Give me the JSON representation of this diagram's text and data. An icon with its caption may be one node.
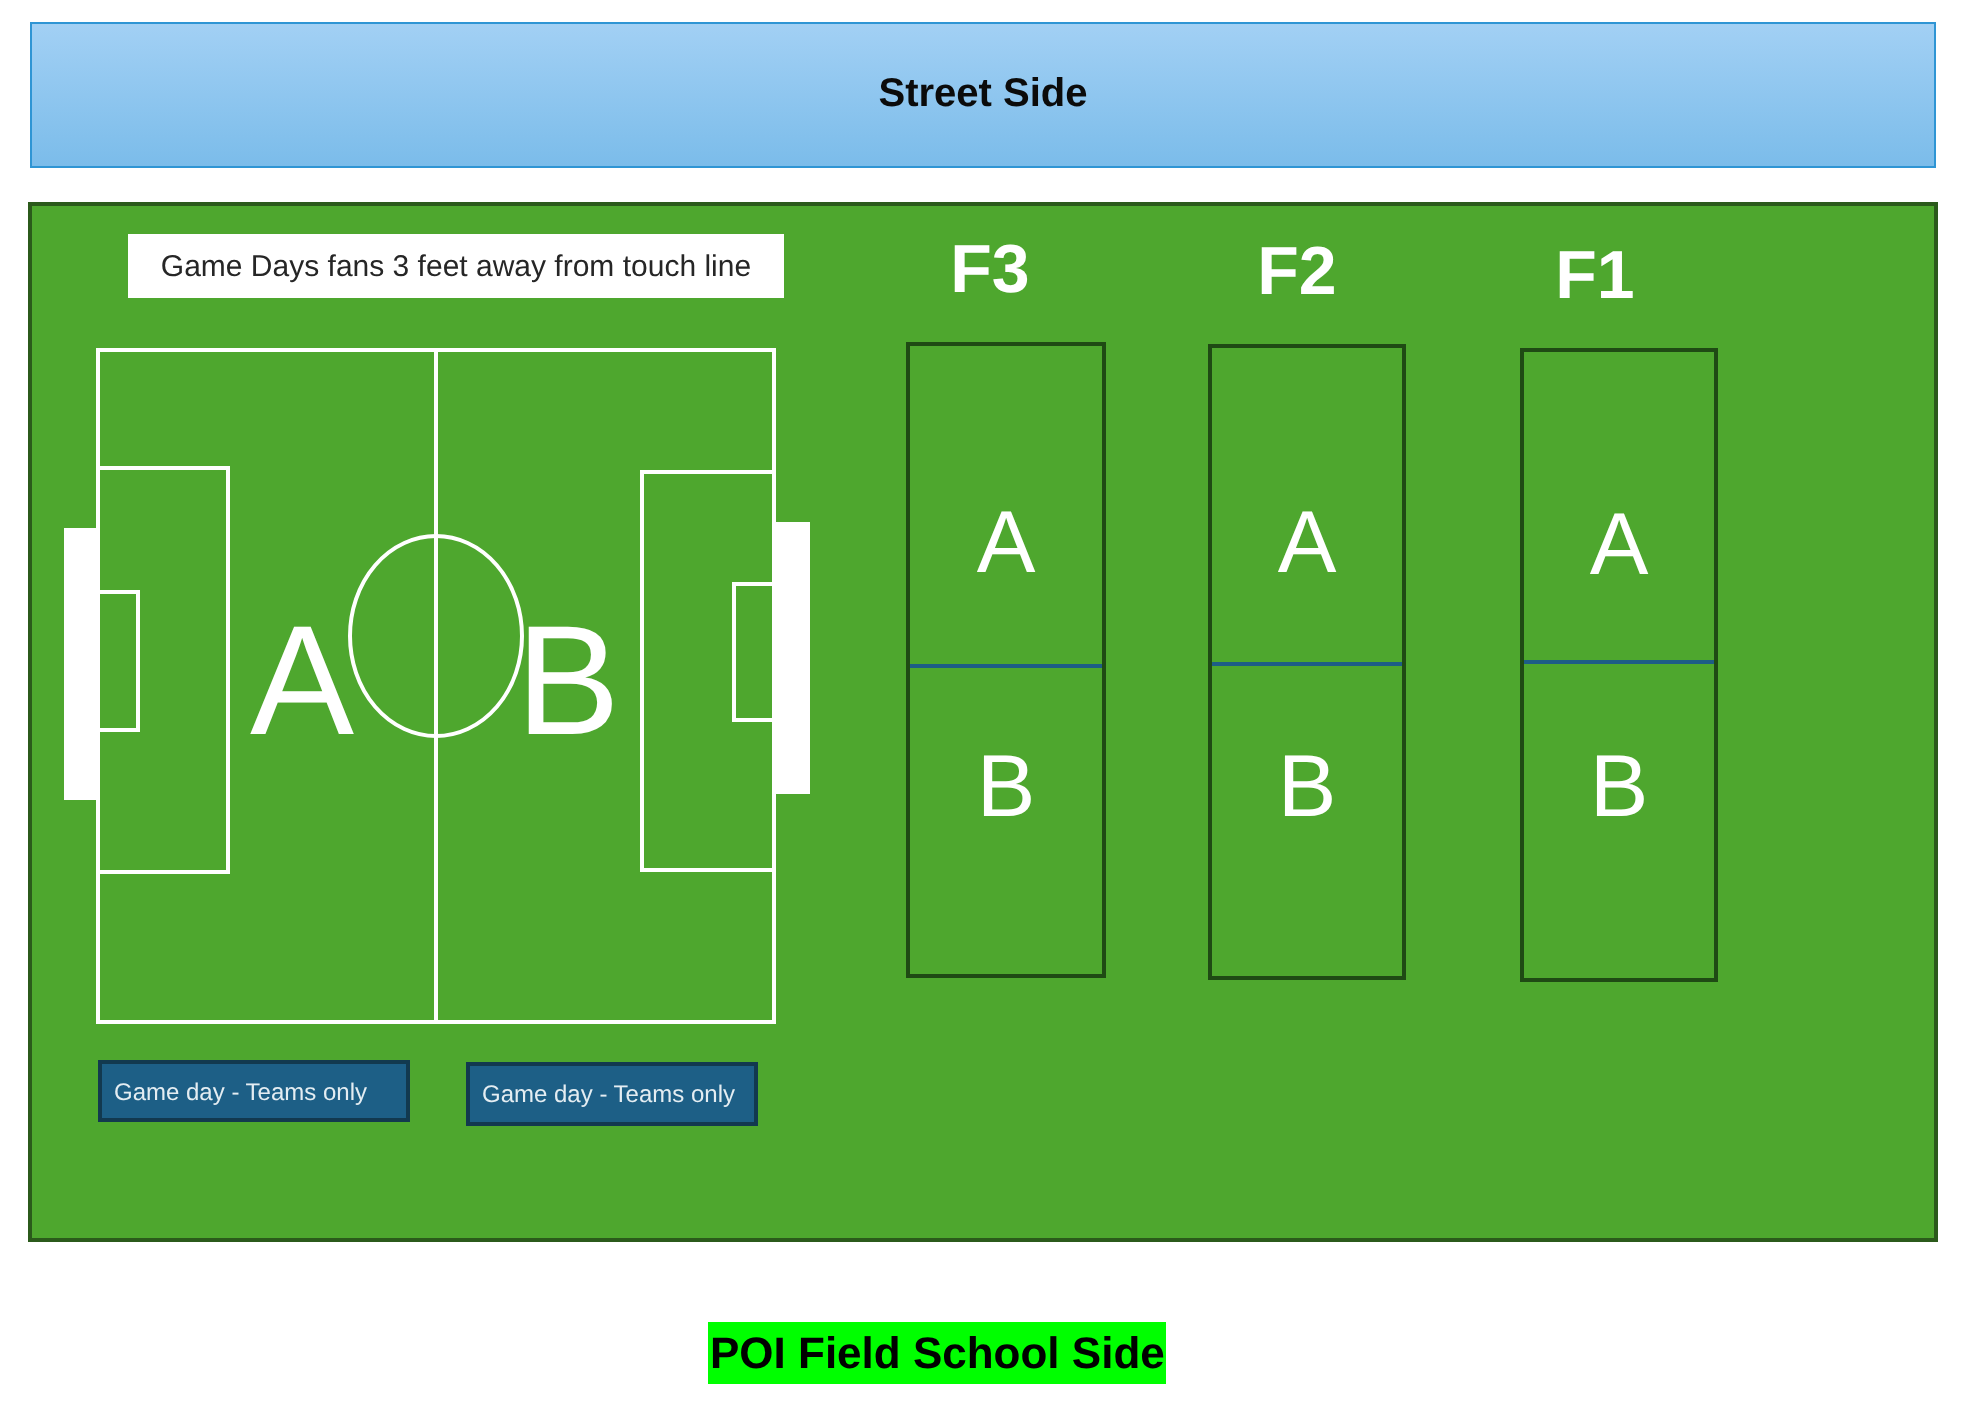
{
  "diagram": {
    "nodes": [
      {
        "text": [
          "Street Side"
        ]
      },
      {
        "text": [],
        "shape": "box"
      },
      {
        "text": [
          "Game Days fans 3 feet away from touch line"
        ],
        "in": 1
      },
      {
        "text": [
          "A",
          "B"
        ],
        "in": 1
      },
      {
        "text": [
          "F3",
          "A",
          "B"
        ],
        "in": 1
      },
      {
        "text": [
          "F2",
          "A",
          "B"
        ],
        "in": 1
      },
      {
        "text": [
          "F1",
          "A",
          "B"
        ],
        "in": 1
      },
      {
        "text": [
          "Game day - Teams only"
        ],
        "in": 1
      },
      {
        "text": [
          "Game day - Teams only"
        ],
        "in": 1
      },
      {
        "text": [
          "POI Field School Side"
        ]
      }
    ]
  }
}
